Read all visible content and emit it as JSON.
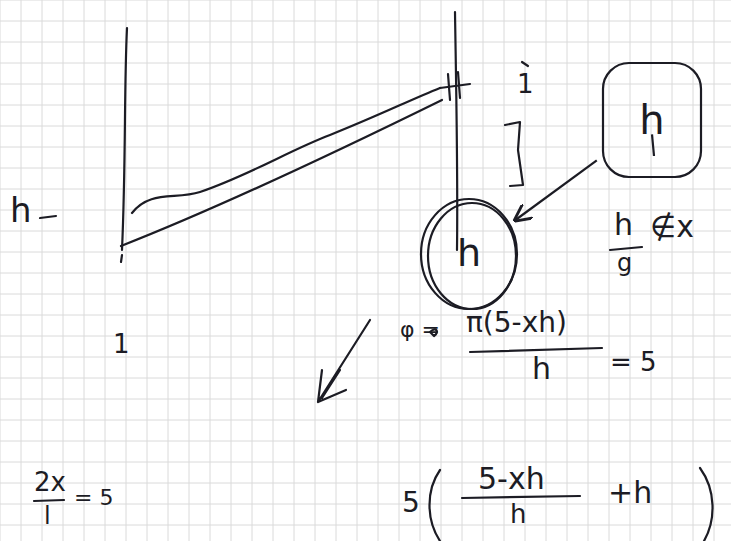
{
  "diagram": {
    "nodes": [
      {
        "text": [
          "h"
        ]
      },
      {
        "text": [
          "h"
        ]
      }
    ],
    "edges": [
      {
        "from": 0,
        "to": 1,
        "arrow": "to"
      }
    ],
    "labels": [
      "h",
      "1",
      "h",
      "g",
      "∉x",
      "φ =",
      "π(5-xh)",
      "h",
      "= 5",
      "5",
      "5-xh",
      "h",
      "+h",
      "2x",
      "l",
      "= 5",
      "1"
    ]
  }
}
